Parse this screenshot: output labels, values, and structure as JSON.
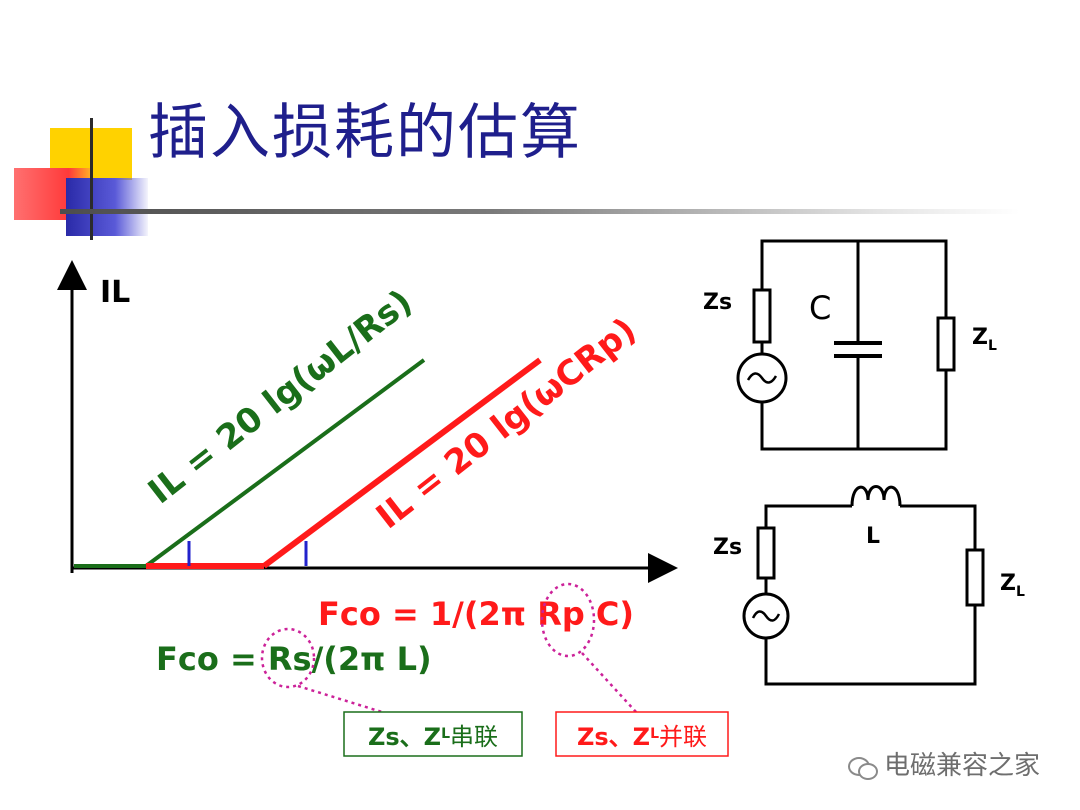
{
  "title": "插入损耗的估算",
  "plot": {
    "y_axis_label": "IL",
    "series": [
      {
        "formula": "IL = 20 lg(ωL/Rs)",
        "color": "#1a6e1a"
      },
      {
        "formula": "IL = 20 lg(ωCRp)",
        "color": "#ff1a1a"
      }
    ],
    "fco_parallel": "Fco = 1/(2π Rp C)",
    "fco_series": "Fco = Rs/(2π L)",
    "box_series": {
      "a": "Zs、Z",
      "sub": "L",
      "b": "串联"
    },
    "box_parallel": {
      "a": "Zs、Z",
      "sub": "L",
      "b": "并联"
    }
  },
  "circuit_top": {
    "source": "Zs",
    "capacitor": "C",
    "load": "Z",
    "load_sub": "L"
  },
  "circuit_bottom": {
    "source": "Zs",
    "inductor": "L",
    "load": "Z",
    "load_sub": "L"
  },
  "watermark": "电磁兼容之家",
  "colors": {
    "title": "#1f1f8c",
    "green": "#1a6e1a",
    "red": "#ff1a1a",
    "dotted": "#cc2299",
    "blue_tick": "#2222cc"
  }
}
